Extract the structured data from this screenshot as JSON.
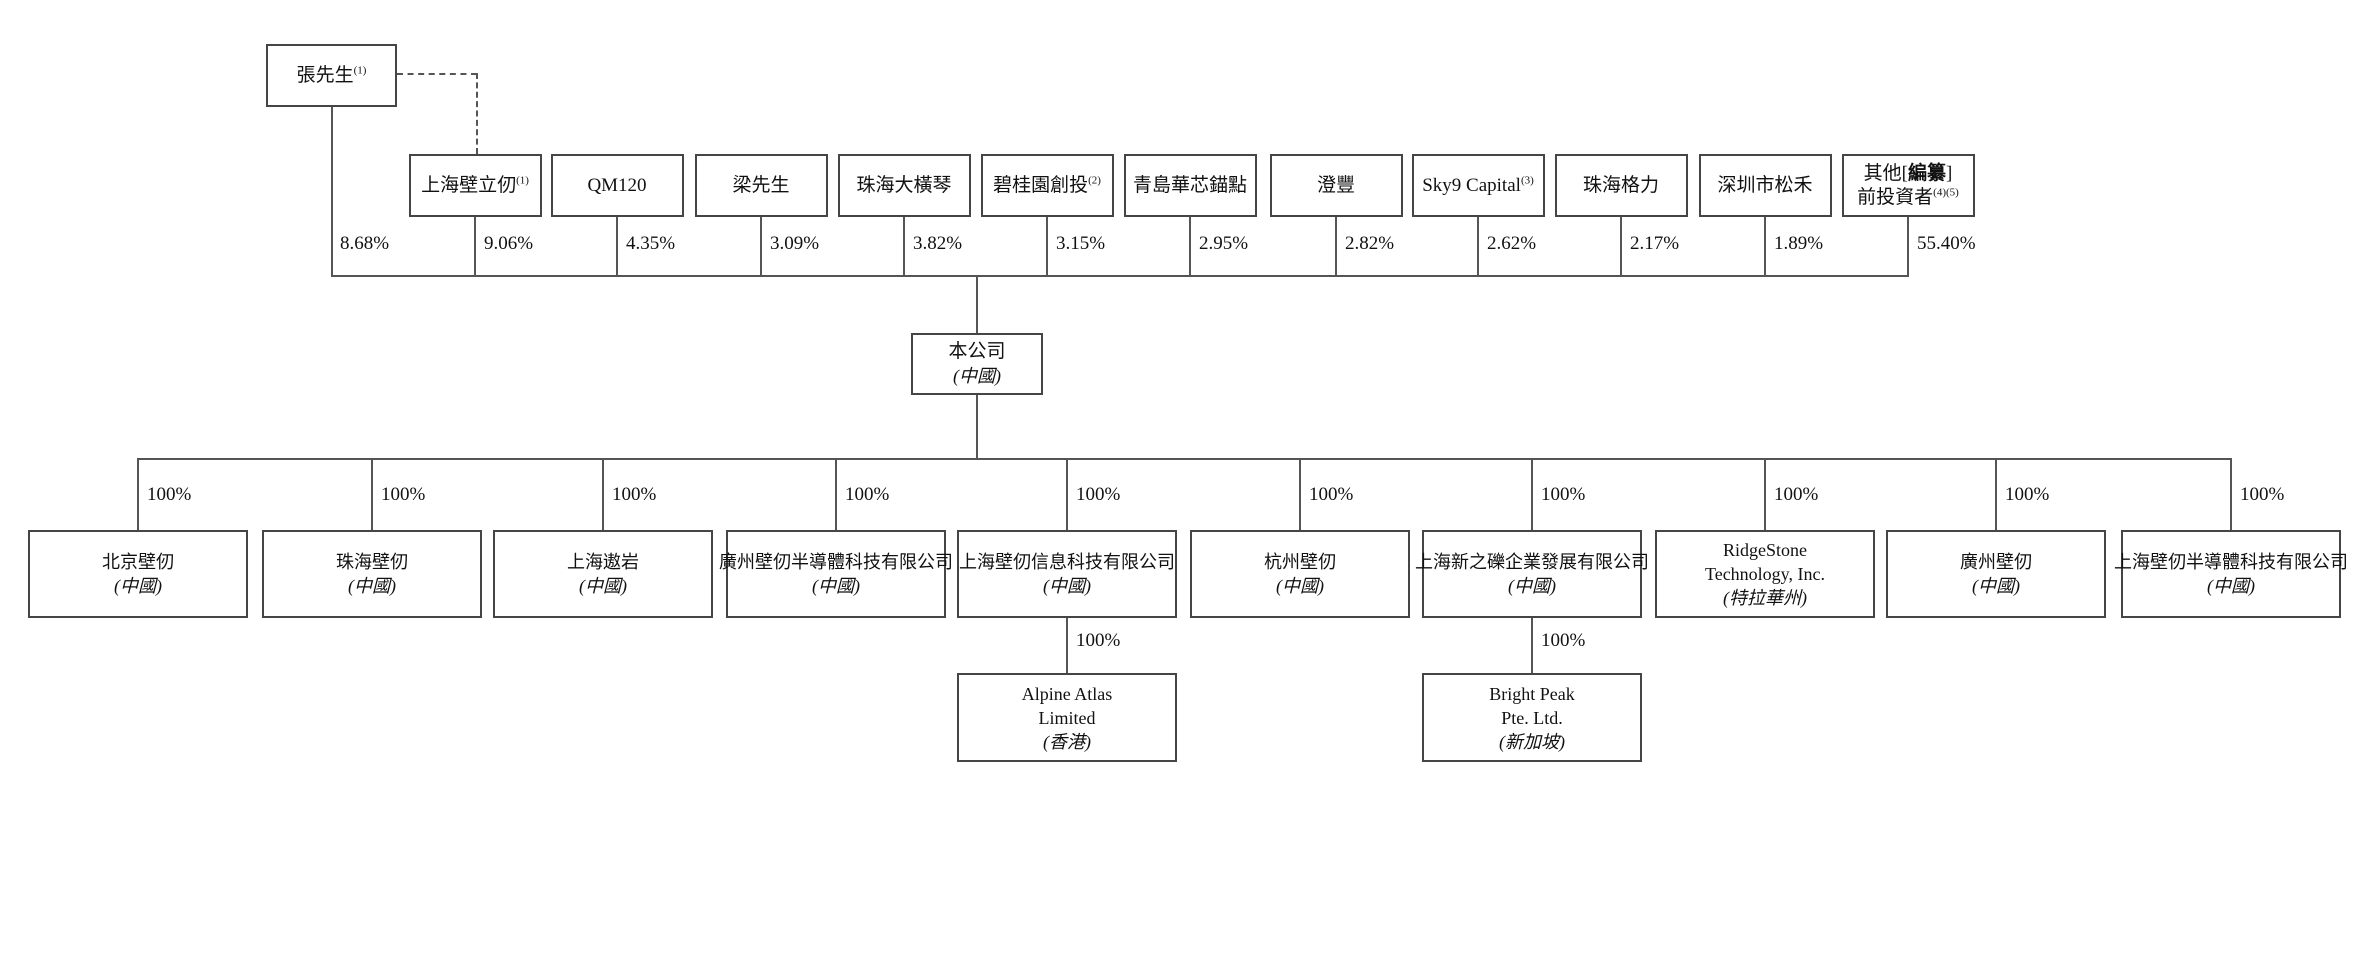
{
  "diagram": {
    "founder": {
      "name": "張先生",
      "note": "(1)",
      "percent": "8.68%"
    },
    "shareholders": [
      {
        "name": "上海壁立仞",
        "note": "(1)",
        "percent": "9.06%"
      },
      {
        "name": "QM120",
        "note": "",
        "percent": "4.35%"
      },
      {
        "name": "梁先生",
        "note": "",
        "percent": "3.09%"
      },
      {
        "name": "珠海大橫琴",
        "note": "",
        "percent": "3.82%"
      },
      {
        "name": "碧桂園創投",
        "note": "(2)",
        "percent": "3.15%"
      },
      {
        "name": "青島華芯錨點",
        "note": "",
        "percent": "2.95%"
      },
      {
        "name": "澄豐",
        "note": "",
        "percent": "2.82%"
      },
      {
        "name": "Sky9 Capital",
        "note": "(3)",
        "percent": "2.62%"
      },
      {
        "name": "珠海格力",
        "note": "",
        "percent": "2.17%"
      },
      {
        "name": "深圳市松禾",
        "note": "",
        "percent": "1.89%"
      },
      {
        "name_line1": {
          "pre": "其他[",
          "bold": "編纂",
          "post": "]"
        },
        "name_line2": "前投資者",
        "note": "(4)(5)",
        "percent": "55.40%"
      }
    ],
    "company": {
      "name": "本公司",
      "jurisdiction": "(中國)"
    },
    "subsidiaries": [
      {
        "lines": [
          "北京壁仞"
        ],
        "jurisdiction": "(中國)",
        "percent": "100%"
      },
      {
        "lines": [
          "珠海壁仞"
        ],
        "jurisdiction": "(中國)",
        "percent": "100%"
      },
      {
        "lines": [
          "上海遨岩"
        ],
        "jurisdiction": "(中國)",
        "percent": "100%"
      },
      {
        "lines": [
          "廣州壁仞半導體科技有限公司"
        ],
        "jurisdiction": "(中國)",
        "percent": "100%"
      },
      {
        "lines": [
          "上海壁仞信息科技有限公司"
        ],
        "jurisdiction": "(中國)",
        "percent": "100%"
      },
      {
        "lines": [
          "杭州壁仞"
        ],
        "jurisdiction": "(中國)",
        "percent": "100%"
      },
      {
        "lines": [
          "上海新之礫企業發展有限公司"
        ],
        "jurisdiction": "(中國)",
        "percent": "100%"
      },
      {
        "lines": [
          "RidgeStone",
          "Technology, Inc."
        ],
        "jurisdiction": "(特拉華州)",
        "percent": "100%"
      },
      {
        "lines": [
          "廣州壁仞"
        ],
        "jurisdiction": "(中國)",
        "percent": "100%"
      },
      {
        "lines": [
          "上海壁仞半導體科技有限公司"
        ],
        "jurisdiction": "(中國)",
        "percent": "100%"
      }
    ],
    "second_level": [
      {
        "parent_index": 4,
        "lines": [
          "Alpine Atlas",
          "Limited"
        ],
        "jurisdiction": "(香港)",
        "percent": "100%"
      },
      {
        "parent_index": 6,
        "lines": [
          "Bright Peak",
          "Pte. Ltd."
        ],
        "jurisdiction": "(新加坡)",
        "percent": "100%"
      }
    ],
    "style": {
      "line_color": "#555555",
      "border_color": "#454545",
      "background": "#ffffff",
      "text_color": "#111111"
    }
  }
}
